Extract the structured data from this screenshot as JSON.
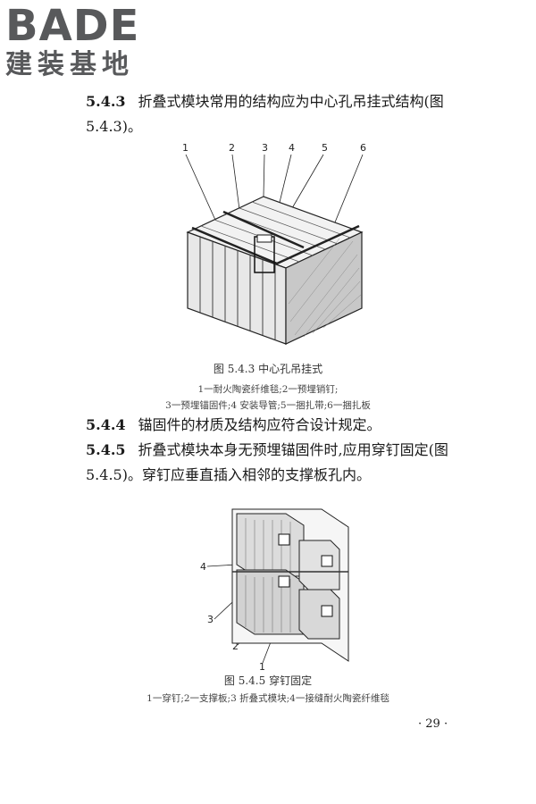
{
  "logo": {
    "brand": "BADE",
    "subtitle": "建装基地"
  },
  "paragraphs": {
    "p543": {
      "num": "5.4.3",
      "text": "折叠式模块常用的结构应为中心孔吊挂式结构(图5.4.3)。"
    },
    "p544": {
      "num": "5.4.4",
      "text": "锚固件的材质及结构应符合设计规定。"
    },
    "p545": {
      "num": "5.4.5",
      "text": "折叠式模块本身无预埋锚固件时,应用穿钉固定(图5.4.5)。穿钉应垂直插入相邻的支撑板孔内。"
    }
  },
  "figure1": {
    "callouts": [
      "1",
      "2",
      "3",
      "4",
      "5",
      "6"
    ],
    "caption": "图 5.4.3 中心孔吊挂式",
    "legend_line1": "1一耐火陶瓷纤维毯;2一预埋销钉;",
    "legend_line2": "3一预埋锚固件;4 安装导管;5一捆扎带;6一捆扎板"
  },
  "figure2": {
    "callouts": [
      "4",
      "3",
      "2",
      "1"
    ],
    "caption": "图 5.4.5 穿钉固定",
    "legend": "1一穿钉;2一支撑板;3 折叠式模块;4一接缝耐火陶瓷纤维毯"
  },
  "page_number": "· 29 ·"
}
